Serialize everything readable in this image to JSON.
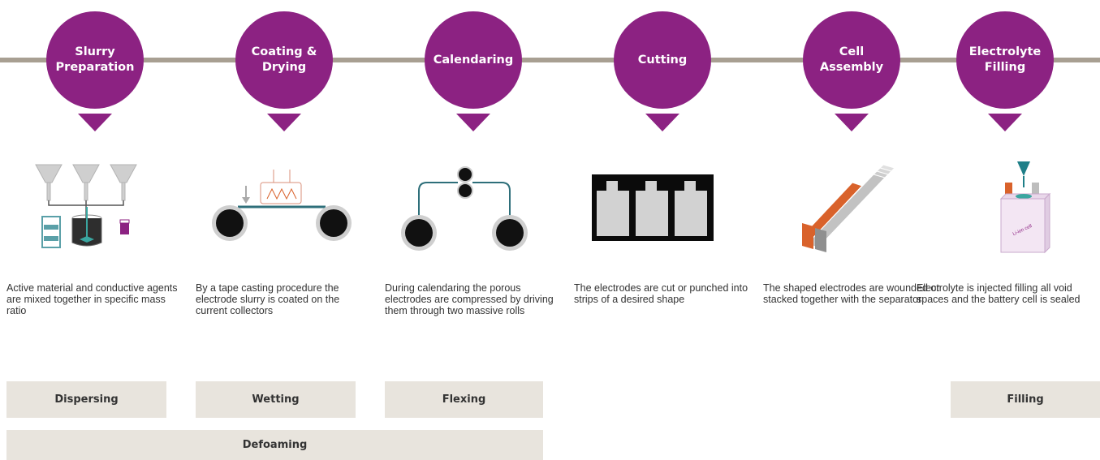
{
  "steps": [
    {
      "title": "Slurry\nPreparation",
      "desc": "Active material and conductive agents are mixed together in specific mass ratio"
    },
    {
      "title": "Coating &\nDrying",
      "desc": "By a tape casting procedure the electrode slurry is coated on the current collectors"
    },
    {
      "title": "Calendaring",
      "desc": "During calendaring the porous electrodes are compressed by driving them through two massive rolls"
    },
    {
      "title": "Cutting",
      "desc": "The electrodes are cut or punched into strips of a desired shape"
    },
    {
      "title": "Cell\nAssembly",
      "desc": "The shaped electrodes are wounded or stacked together with the separator"
    },
    {
      "title": "Electrolyte\nFilling",
      "desc": "Electrolyte is injected filling all void spaces and the battery cell is sealed"
    }
  ],
  "tags": {
    "dispersing": "Dispersing",
    "wetting": "Wetting",
    "flexing": "Flexing",
    "filling": "Filling",
    "defoaming": "Defoaming"
  },
  "colors": {
    "accent": "#8c2282",
    "track": "#a89f92",
    "tag_bg": "#e8e4dd",
    "electrode": "#d9622b"
  },
  "icons": [
    "mixer-icon",
    "coater-dryer-icon",
    "calender-rolls-icon",
    "cut-electrodes-icon",
    "stacked-electrodes-icon",
    "electrolyte-cell-icon"
  ],
  "illustration_text": {
    "cell_label": "Li-ion cell"
  }
}
